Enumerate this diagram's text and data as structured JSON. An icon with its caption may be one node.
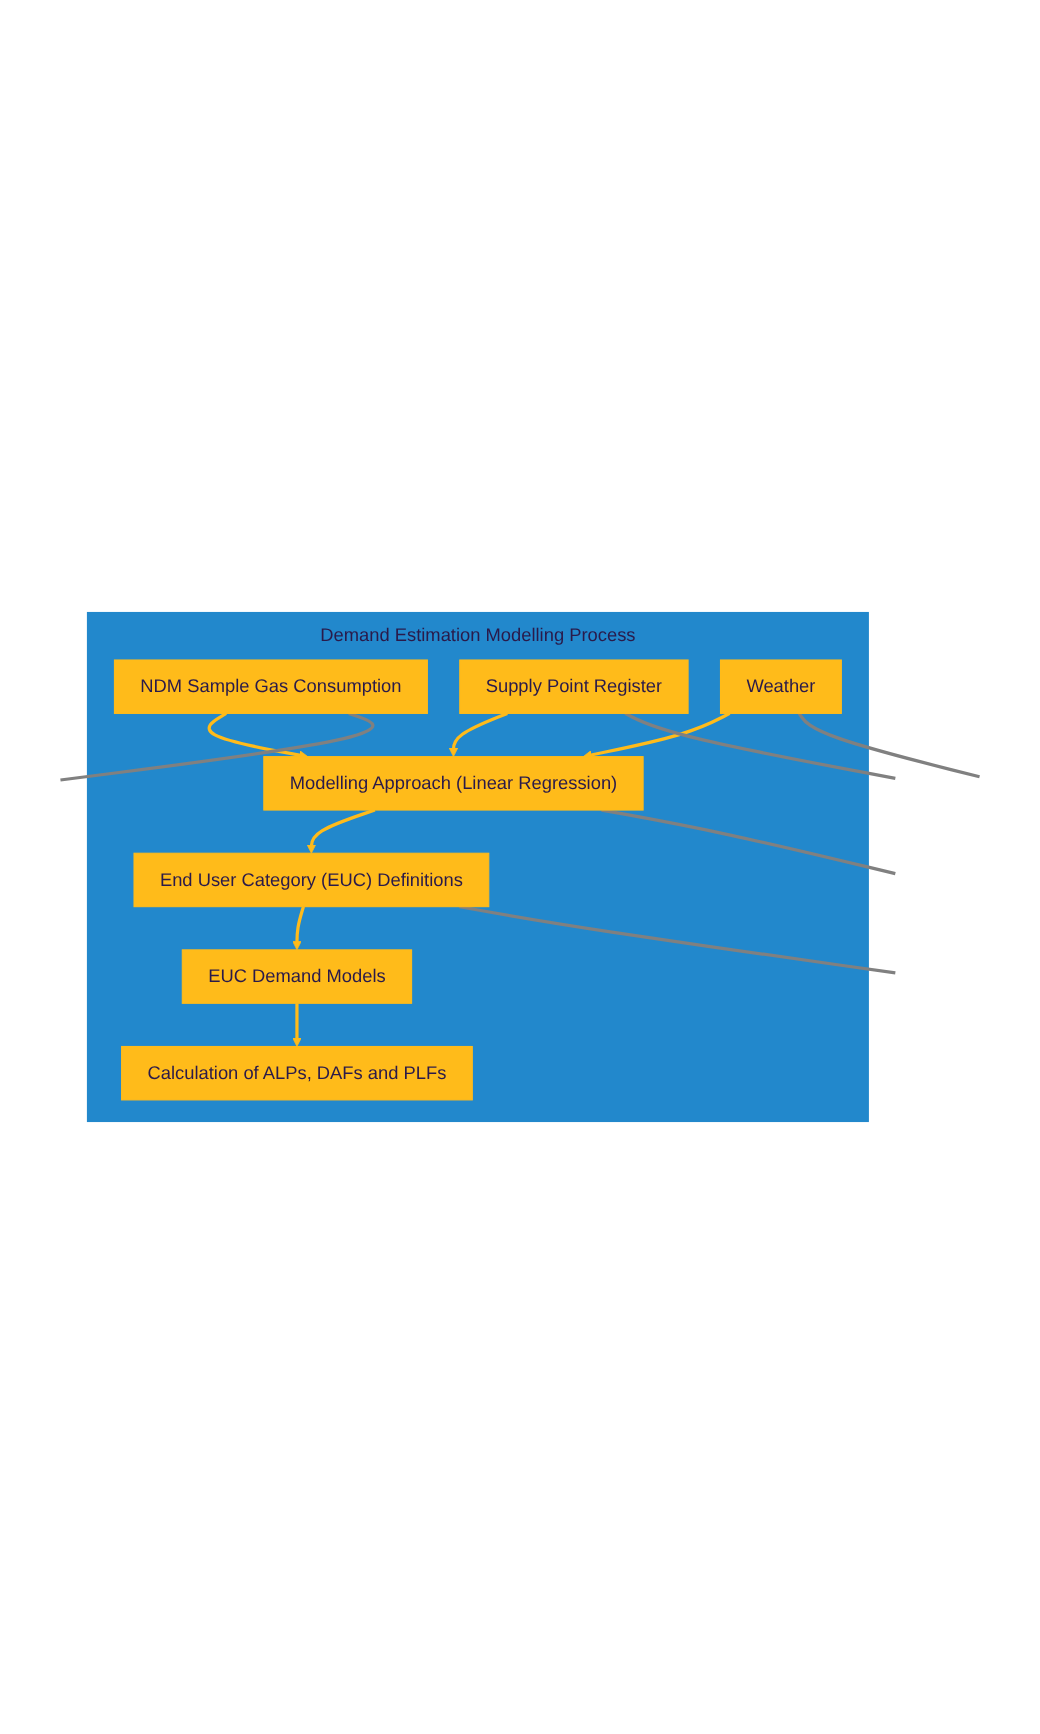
{
  "diagram": {
    "nodes": [
      {
        "text": [
          "Demand Estimation Modelling Process"
        ]
      },
      {
        "text": [
          "NDM Sample Gas Consumption"
        ],
        "in": 0
      },
      {
        "text": [
          "Supply Point Register"
        ],
        "in": 0
      },
      {
        "text": [
          "Weather"
        ],
        "in": 0
      },
      {
        "text": [
          "Modelling Approach (Linear Regression)"
        ],
        "in": 0
      },
      {
        "text": [
          "End User Category (EUC) Definitions"
        ],
        "in": 0
      },
      {
        "text": [
          "EUC Demand Models"
        ],
        "in": 0
      },
      {
        "text": [
          "Calculation of ALPs, DAFs and PLFs"
        ],
        "in": 0
      }
    ],
    "edges": [
      {
        "from": 1,
        "to": 4,
        "arrow": "to"
      },
      {
        "from": 3,
        "to": 4,
        "arrow": "to"
      },
      {
        "from": 2,
        "to": 4,
        "arrow": "to"
      },
      {
        "from": 4,
        "to": 5,
        "arrow": "to"
      },
      {
        "from": 5,
        "to": 6,
        "arrow": "to"
      },
      {
        "from": 6,
        "to": 7,
        "arrow": "to"
      },
      {
        "from": 1,
        "to": null,
        "arrow": "none",
        "color": "#808080"
      },
      {
        "from": 2,
        "to": null,
        "arrow": "none",
        "color": "#808080"
      },
      {
        "from": 3,
        "to": null,
        "arrow": "none",
        "color": "#808080"
      },
      {
        "from": 4,
        "to": null,
        "arrow": "none",
        "color": "#808080"
      },
      {
        "from": 5,
        "to": null,
        "arrow": "none",
        "color": "#808080"
      }
    ]
  }
}
